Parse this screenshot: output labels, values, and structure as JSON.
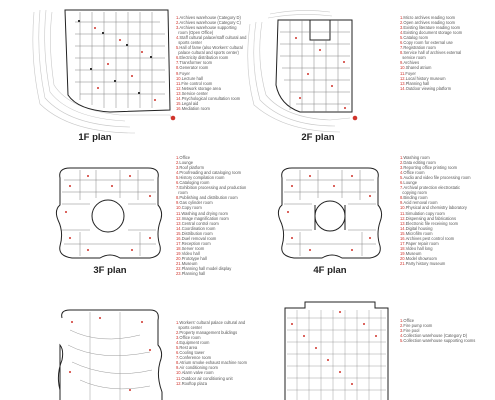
{
  "accent": "#d0342c",
  "plans": [
    {
      "id": "1f",
      "caption": "1F plan",
      "legend": [
        "Archives warehouse (Category D)",
        "Archives warehouse (Category C)",
        "Archives warehouse supporting",
        "room (Open Office)",
        "Staff cultural palace/staff cultural and",
        "sports center",
        "Hall of fame (also Workers' cultural",
        "palace cultural and sports center)",
        "Electricity distribution room",
        "Transformer room",
        "Generator room",
        "Foyer",
        "Lecture hall",
        "Fire control room",
        "Network storage area",
        "Service center",
        "Psychological consultation room",
        "Legal aid",
        "Mediation room"
      ]
    },
    {
      "id": "2f",
      "caption": "2F plan",
      "legend": [
        "Micro archives reading room",
        "Open archives reading room",
        "Existing literature reading room",
        "Existing document storage room",
        "Catalog room",
        "Copy room for external use",
        "Registration room",
        "Service hall of archives external",
        "service room",
        "Archives",
        "Shared atrium",
        "Foyer",
        "Local history museum",
        "Planning hall",
        "Outdoor viewing platform"
      ]
    },
    {
      "id": "3f",
      "caption": "3F plan",
      "legend": [
        "Office",
        "Lounge",
        "Roof platform",
        "Proofreading and cataloging room",
        "History compilation room",
        "Cataloging room",
        "Exhibition processing and production",
        "room",
        "Publishing and distribution room",
        "Gas cylinder room",
        "Copy room",
        "Washing and drying room",
        "Image magnification room",
        "Central control room",
        "Coordination room",
        "Distribution room",
        "Duel removal room",
        "Reception room",
        "Server room",
        "Video hall",
        "Prototype hall",
        "Museum",
        "Planning hall model display",
        "Planning hall"
      ]
    },
    {
      "id": "4f",
      "caption": "4F plan",
      "legend": [
        "Washing room",
        "Data editing room",
        "Reporting office printing room",
        "Office room",
        "Audio and video file processing room",
        "Lounge",
        "Archival protection electrostatic",
        "copying room",
        "Binding room",
        "Acid removal room",
        "Physical and chemistry laboratory",
        "Simulation copy room",
        "Dispensing and fabrications",
        "Electronic file receiving room",
        "Digital housing",
        "Microfilm room",
        "Archives pest control room",
        "Paper repair room",
        "Video hall long",
        "Museum",
        "Model showroom",
        "Party history museum"
      ]
    },
    {
      "id": "5f",
      "caption": "",
      "legend": [
        "Workers' cultural palace cultural and",
        "sports center",
        "Property management buildings",
        "Office room",
        "Equipment room",
        "Rest area",
        "Cooling tower",
        "Conference room",
        "Atrium smoke exhaust machine room",
        "Air conditioning room",
        "Alarm valve room",
        "Outdoor air conditioning unit",
        "Rooftop plaza"
      ]
    },
    {
      "id": "b1",
      "caption": "",
      "legend": [
        "Office",
        "Fire pump room",
        "Fire pool",
        "Collection warehouse (Category D)",
        "Collection warehouse supporting rooms"
      ]
    }
  ]
}
